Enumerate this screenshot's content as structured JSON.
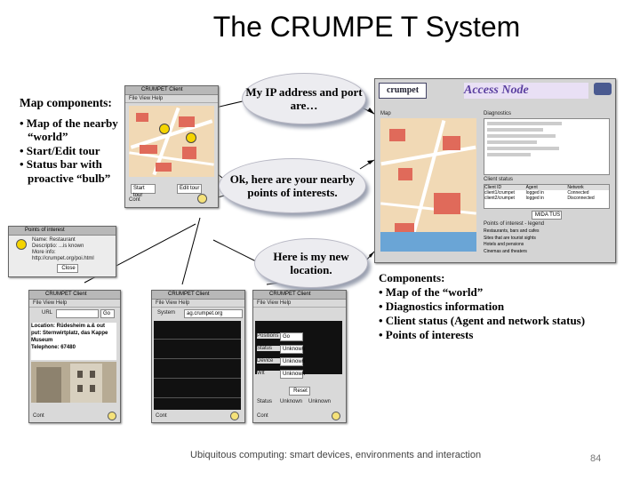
{
  "slide": {
    "title": "The CRUMPE T System",
    "footer": "Ubiquitous computing: smart devices, environments and interaction",
    "page_number": "84"
  },
  "left_text": {
    "heading": "Map components:",
    "items": [
      "• Map of the nearby “world”",
      "• Start/Edit tour",
      "• Status bar with proactive “bulb”"
    ]
  },
  "bubbles": {
    "ip": "My IP address and port are…",
    "poi": "Ok, here are your nearby points of interests.",
    "location": "Here is my new location."
  },
  "right_text": {
    "heading": "Components:",
    "items": [
      "• Map of the “world”",
      "• Diagnostics information",
      "• Client status (Agent and network status)",
      "• Points of interests"
    ]
  },
  "map_window": {
    "title": "CRUMPET Client",
    "menu": "File  View  Help",
    "btn_start": "Start tour",
    "btn_edit": "Edit tour",
    "status": "Cont"
  },
  "popup_window": {
    "title": "Points of interest",
    "lines": [
      "Name: Restaurant",
      "Descriptio: ...is known",
      "More info:",
      "http://crumpet.org/poi.html"
    ],
    "close_label": "Close"
  },
  "info_window": {
    "title": "CRUMPET Client",
    "menu": "File  View  Help",
    "url_label": "URL",
    "go_label": "Go",
    "lines": [
      "Location: Rüdesheim a.& out",
      "put: Sternwirtplatz, das Kappe",
      "Museum",
      "Telephone: 67480"
    ],
    "status": "Cont"
  },
  "diag_window": {
    "title": "CRUMPET Client",
    "menu": "File  View  Help",
    "sys_label": "System",
    "sys_value": "ag.crumpet.org",
    "status": "Cont"
  },
  "status_window": {
    "title": "CRUMPET Client",
    "menu": "File  View  Help",
    "rows": [
      [
        "Positions",
        "Go"
      ],
      [
        "Status",
        "Unknown"
      ],
      [
        "Device",
        "Unknown"
      ],
      [
        "Wlt",
        "Unknown"
      ]
    ],
    "btn": "Reset",
    "footer_rows": [
      [
        "Status",
        "Unknown",
        "Unknown"
      ]
    ],
    "status": "Cont"
  },
  "server_window": {
    "title": "CRUMPET Server",
    "brand": "crumpet",
    "banner": "Access Node",
    "section_map": "Map",
    "section_diag": "Diagnostics",
    "section_client": "Client status",
    "section_poi": "Points of interest - legend",
    "map_btn": "MIDA TUS",
    "client_headers": [
      "Client ID",
      "Agent",
      "Network"
    ],
    "client_rows": [
      [
        "client1/crumpet",
        "logged in",
        "Connected"
      ],
      [
        "client2/crumpet",
        "logged in",
        "Disconnected"
      ]
    ],
    "poi_rows": [
      "Restaurants, bars and cafes",
      "Sites that are tourist sights",
      "Hotels and pensions",
      "Cinemas and theaters"
    ]
  },
  "colors": {
    "bubble_bg": "#ececf0",
    "map_bg": "#f1d9b5",
    "map_block": "#e06a5a",
    "server_banner": "#5a3fa0"
  }
}
